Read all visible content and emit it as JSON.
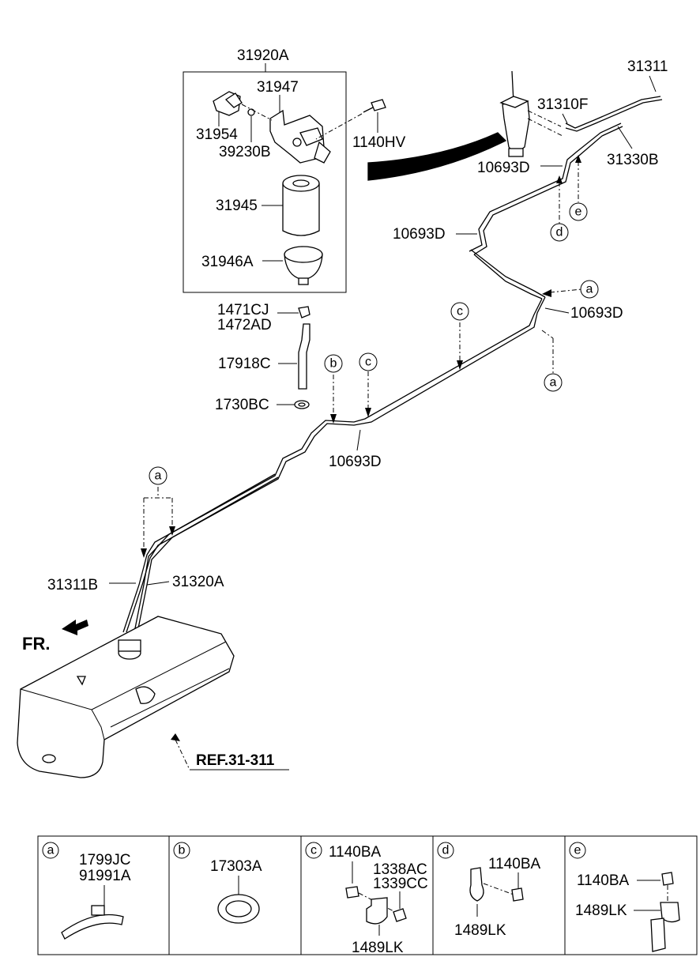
{
  "labels": {
    "p31920A": "31920A",
    "p31947": "31947",
    "p31954": "31954",
    "p39230B": "39230B",
    "p1140HV": "1140HV",
    "p31945": "31945",
    "p31946A": "31946A",
    "p1471CJ": "1471CJ",
    "p1472AD": "1472AD",
    "p17918C": "17918C",
    "p1730BC": "1730BC",
    "p31311": "31311",
    "p31310F": "31310F",
    "p31330B": "31330B",
    "p10693D_1": "10693D",
    "p10693D_2": "10693D",
    "p10693D_3": "10693D",
    "p10693D_4": "10693D",
    "p31311B": "31311B",
    "p31320A": "31320A",
    "fr": "FR.",
    "ref": "REF.31-311"
  },
  "callouts": {
    "a": "a",
    "b": "b",
    "c": "c",
    "d": "d",
    "e": "e"
  },
  "legend": {
    "a": {
      "key": "a",
      "line1": "1799JC",
      "line2": "91991A"
    },
    "b": {
      "key": "b",
      "line1": "17303A"
    },
    "c": {
      "key": "c",
      "line1": "1140BA",
      "line2": "1338AC",
      "line3": "1339CC",
      "line4": "1489LK"
    },
    "d": {
      "key": "d",
      "line1": "1140BA",
      "line2": "1489LK"
    },
    "e": {
      "key": "e",
      "line1": "1140BA",
      "line2": "1489LK"
    }
  }
}
